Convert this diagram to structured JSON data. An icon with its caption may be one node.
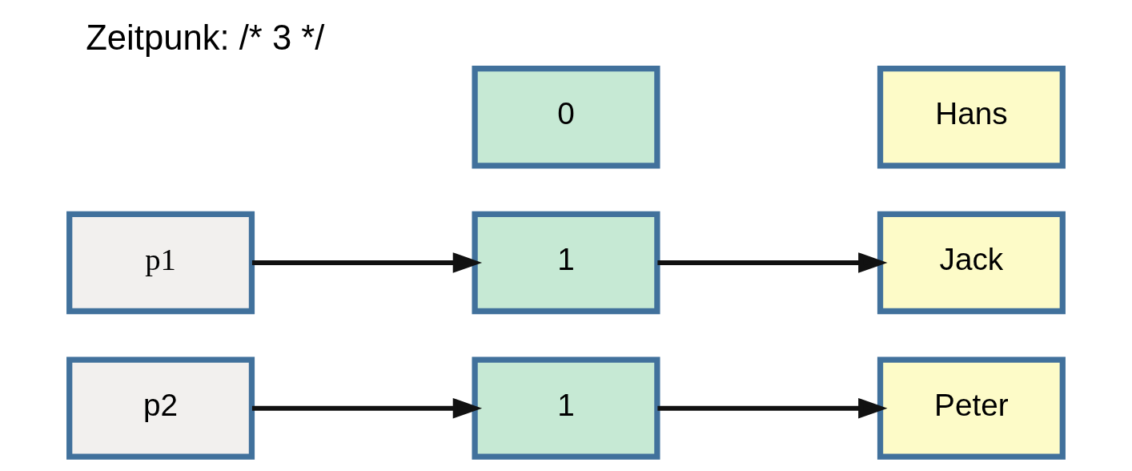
{
  "diagram": {
    "title": "Zeitpunk: /* 3 */",
    "nodes": [
      {
        "text": [
          "p1"
        ]
      },
      {
        "text": [
          "0"
        ]
      },
      {
        "text": [
          "Hans"
        ]
      },
      {
        "text": [
          "1"
        ]
      },
      {
        "text": [
          "Jack"
        ]
      },
      {
        "text": [
          "p2"
        ]
      },
      {
        "text": [
          "1"
        ]
      },
      {
        "text": [
          "Peter"
        ]
      }
    ],
    "edges": [
      {
        "from": 0,
        "to": 3,
        "arrow": "to"
      },
      {
        "from": 3,
        "to": 4,
        "arrow": "to"
      },
      {
        "from": 5,
        "to": 6,
        "arrow": "to"
      },
      {
        "from": 6,
        "to": 7,
        "arrow": "to"
      }
    ]
  }
}
